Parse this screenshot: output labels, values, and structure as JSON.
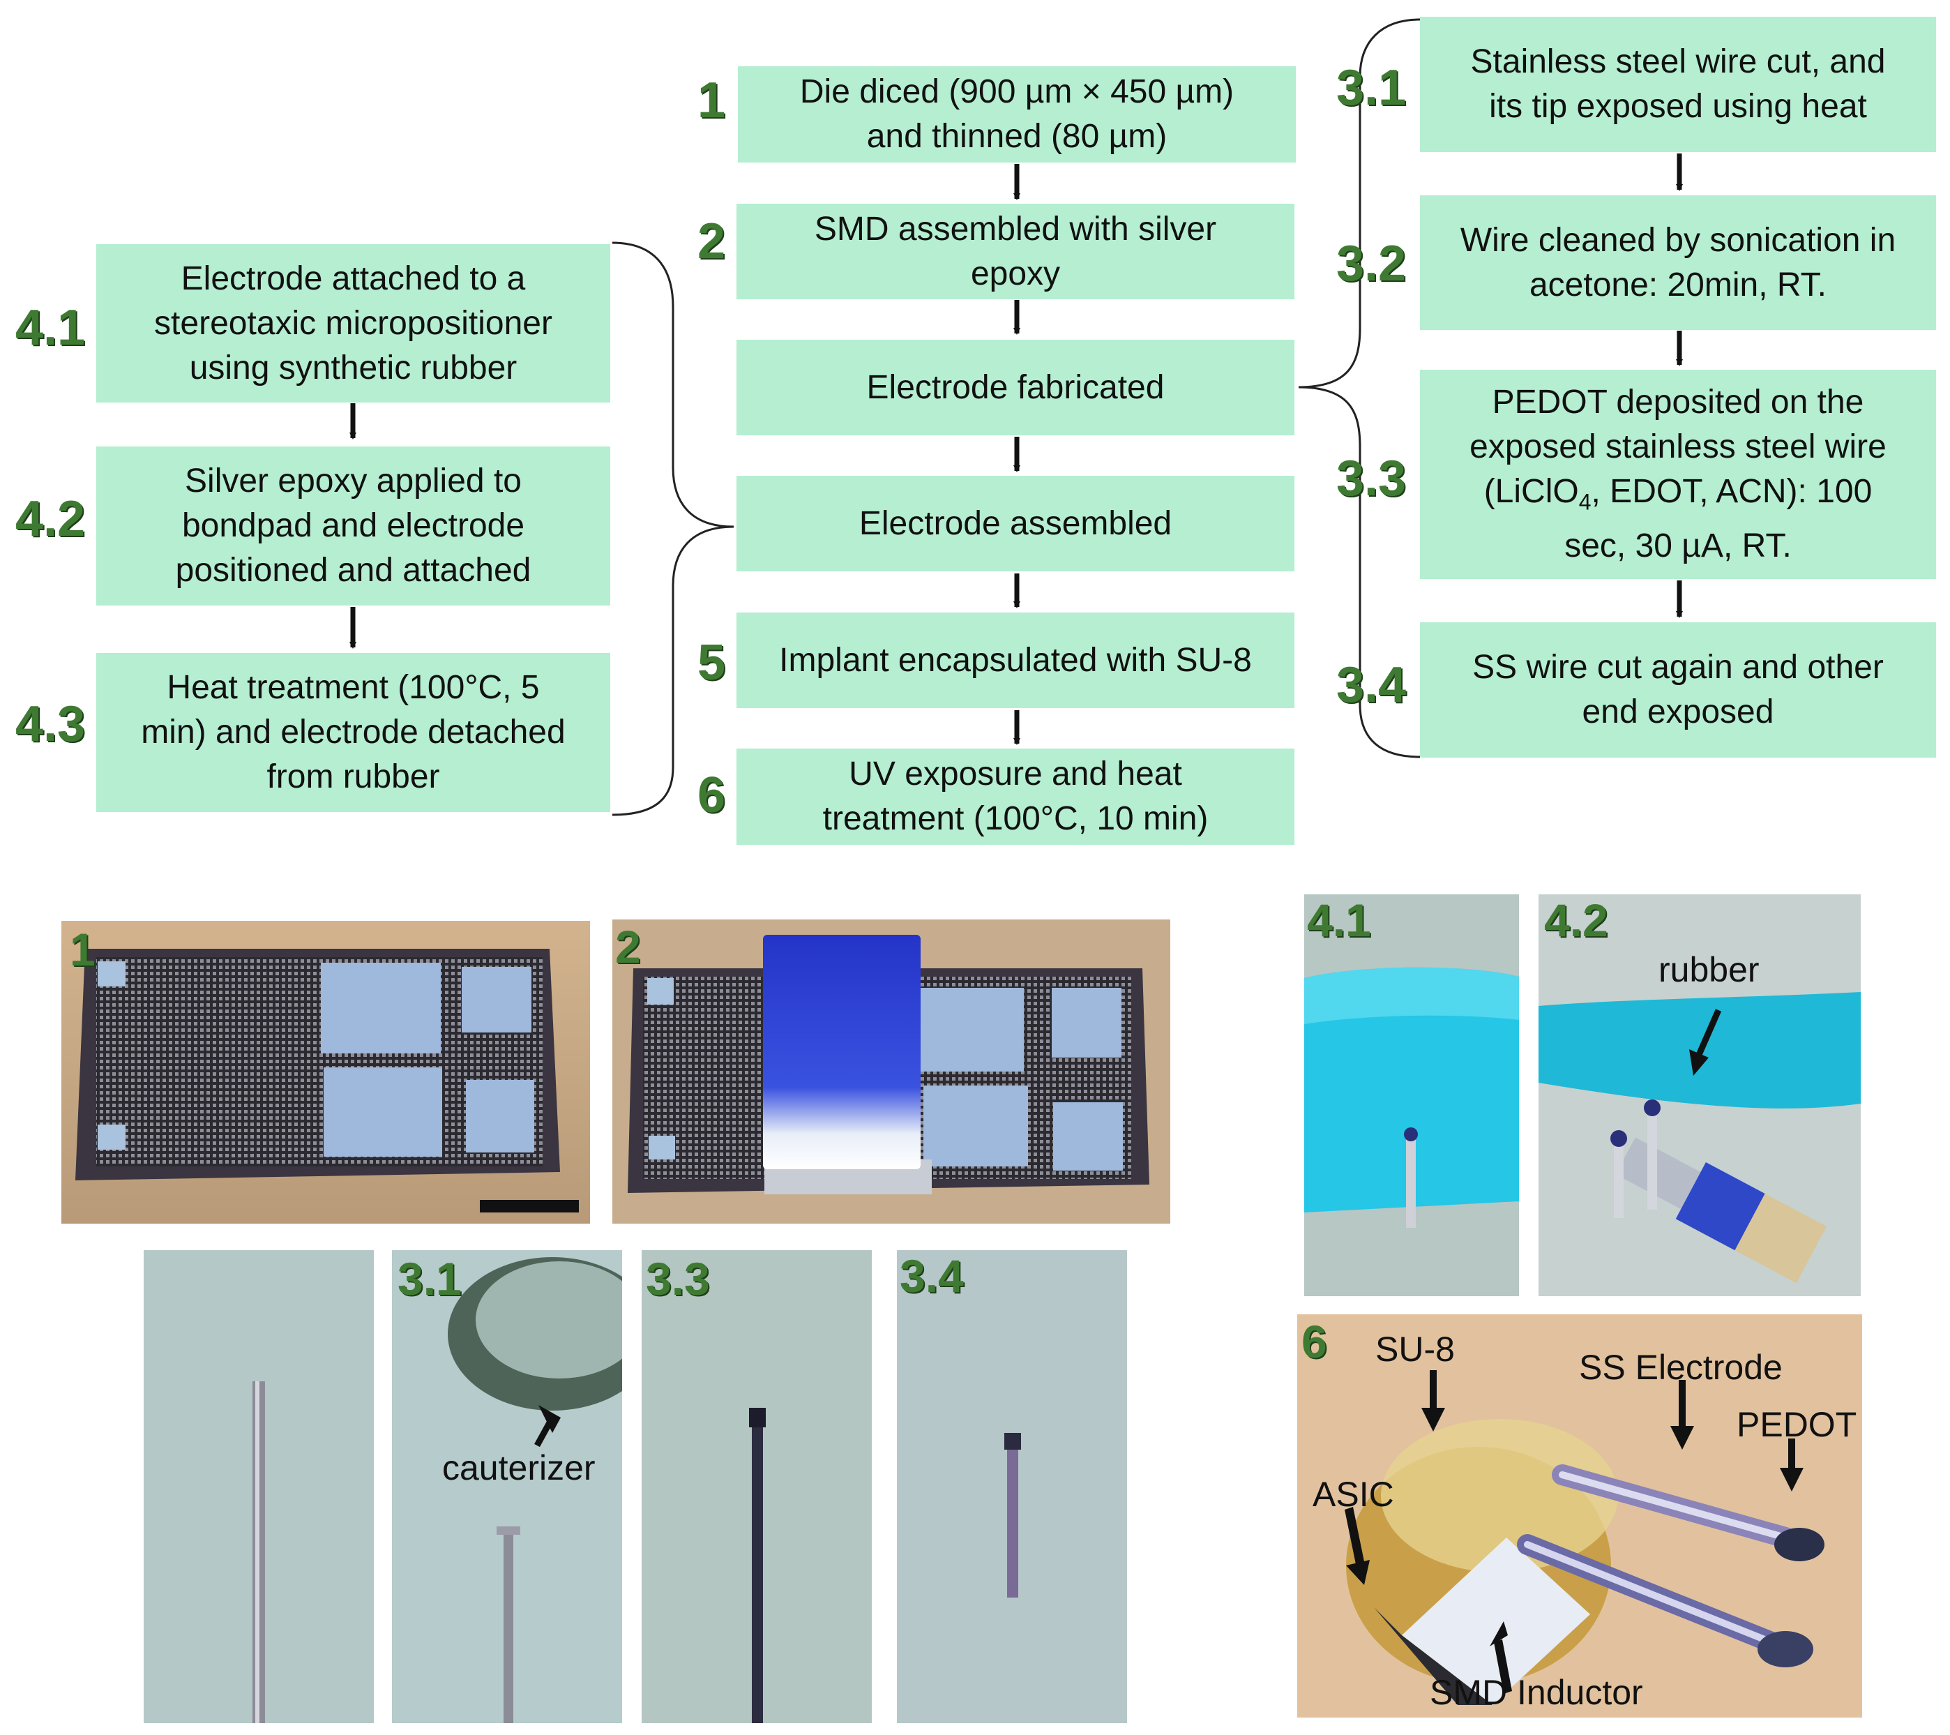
{
  "flowchart": {
    "main": [
      {
        "num": "1",
        "lines": [
          "Die diced (900 µm × 450 µm)",
          "and thinned (80 µm)"
        ]
      },
      {
        "num": "2",
        "lines": [
          "SMD assembled with silver",
          "epoxy"
        ]
      },
      {
        "num": "",
        "lines": [
          "Electrode fabricated"
        ]
      },
      {
        "num": "",
        "lines": [
          "Electrode assembled"
        ]
      },
      {
        "num": "5",
        "lines": [
          "Implant encapsulated with SU-8"
        ]
      },
      {
        "num": "6",
        "lines": [
          "UV exposure and heat",
          "treatment (100°C, 10 min)"
        ]
      }
    ],
    "left": [
      {
        "num": "4.1",
        "lines": [
          "Electrode attached to a",
          "stereotaxic micropositioner",
          "using synthetic rubber"
        ]
      },
      {
        "num": "4.2",
        "lines": [
          "Silver epoxy applied to",
          "bondpad and electrode",
          "positioned and attached"
        ]
      },
      {
        "num": "4.3",
        "lines": [
          "Heat treatment (100°C, 5",
          "min) and electrode detached",
          "from rubber"
        ]
      }
    ],
    "right": [
      {
        "num": "3.1",
        "lines": [
          "Stainless steel wire cut, and",
          "its tip exposed using heat"
        ]
      },
      {
        "num": "3.2",
        "lines": [
          "Wire cleaned by sonication in",
          "acetone: 20min, RT."
        ]
      },
      {
        "num": "3.3",
        "lines": [
          "PEDOT deposited on the",
          "exposed stainless steel wire",
          "(LiClO4, EDOT, ACN): 100",
          "sec, 30 µA, RT."
        ]
      },
      {
        "num": "3.4",
        "lines": [
          "SS wire cut again and other",
          "end exposed"
        ]
      }
    ]
  },
  "photos": {
    "p1": {
      "label": "1"
    },
    "p2": {
      "label": "2"
    },
    "p41": {
      "label": "4.1"
    },
    "p42": {
      "label": "4.2",
      "annotation": "rubber"
    },
    "p31": {
      "label": "3.1",
      "annotation": "cauterizer"
    },
    "p33": {
      "label": "3.3"
    },
    "p34": {
      "label": "3.4"
    },
    "p6": {
      "label": "6",
      "annotations": [
        "SU-8",
        "SS Electrode",
        "PEDOT",
        "ASIC",
        "SMD Inductor"
      ]
    }
  },
  "colors": {
    "box_fill": "#b5eed1",
    "step_number": "#3f7a32",
    "arrow": "#111111"
  }
}
